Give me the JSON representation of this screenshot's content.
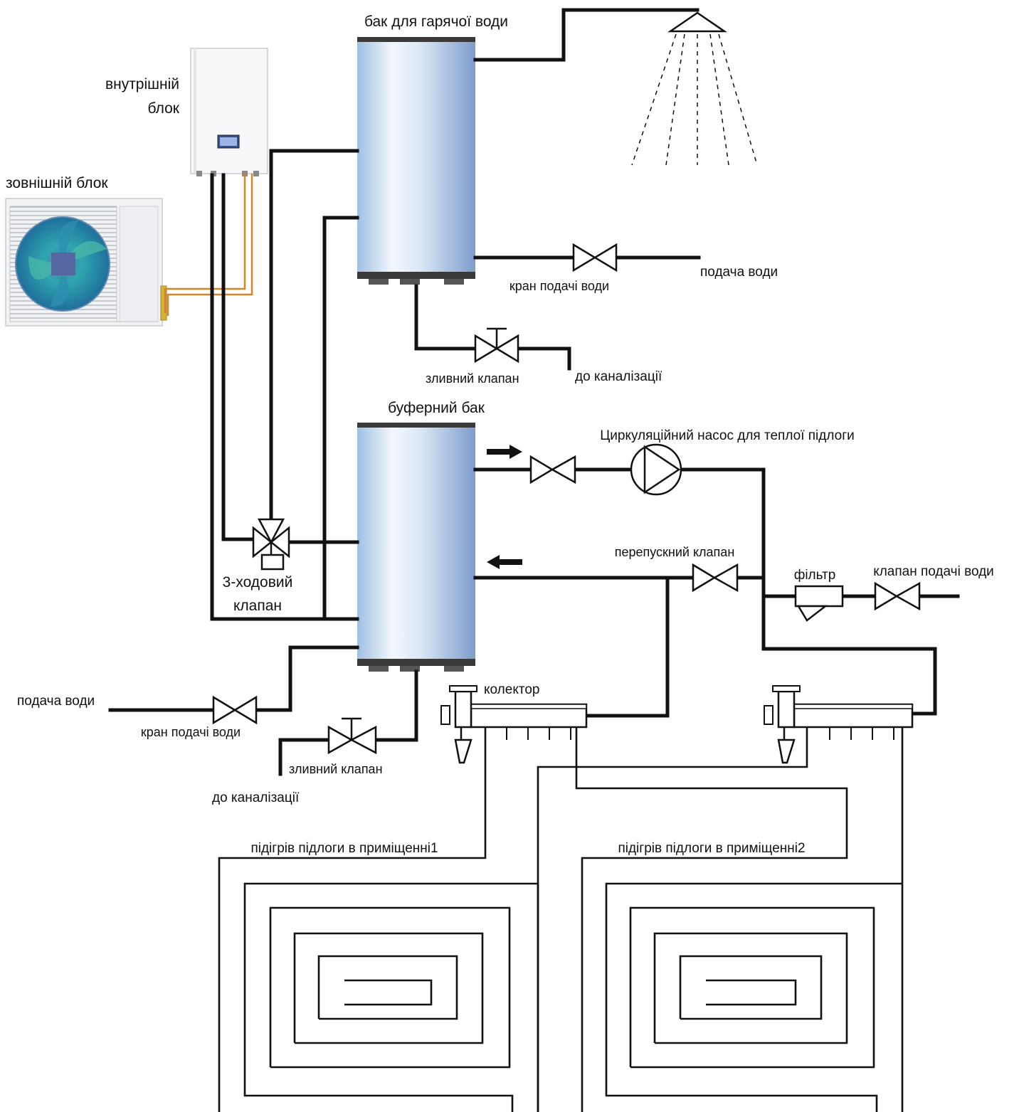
{
  "labels": {
    "indoor_unit": [
      "внутрішній",
      "блок"
    ],
    "outdoor_unit": "зовнішній блок",
    "hot_water_tank": "бак для гарячої води",
    "water_supply_top": "подача води",
    "supply_valve_top": "кран подачі води",
    "drain_valve_top": "зливний клапан",
    "to_sewer_top": "до каналізації",
    "buffer_tank": "буферний бак",
    "circ_pump": "Циркуляційний насос для теплої підлоги",
    "bypass_valve": "перепускний клапан",
    "filter": "фільтр",
    "supply_valve_right": "клапан подачі води",
    "three_way_valve": [
      "3-ходовий",
      "клапан"
    ],
    "collector": "колектор",
    "water_supply_left": "подача води",
    "supply_valve_left": "кран подачі води",
    "drain_valve_bottom": "зливний клапан",
    "to_sewer_bottom": "до каналізації",
    "floor_room1": "підігрів підлоги в приміщенні1",
    "floor_room2": "підігрів підлоги в приміщенні2"
  },
  "colors": {
    "pipe": "#111111",
    "refrigerant_line": "#d9842a",
    "tank_light": "#f4f8fd",
    "tank_blue": "#8fb0d8",
    "fan_blue": "#2f8fb8"
  },
  "icons": [
    "shower-icon",
    "gate-valve-icon",
    "pump-icon",
    "three-way-valve-icon",
    "filter-icon",
    "collector-icon",
    "outdoor-unit-icon",
    "indoor-unit-icon"
  ]
}
